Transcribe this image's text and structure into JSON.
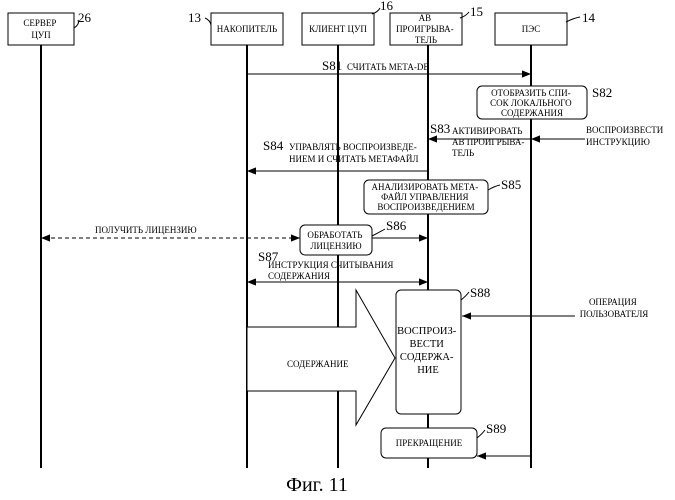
{
  "participants": {
    "server": {
      "label": [
        "СЕРВЕР",
        "ЦУП"
      ],
      "ref": "26"
    },
    "storage": {
      "label": [
        "НАКОПИТЕЛЬ"
      ],
      "ref": "13"
    },
    "client": {
      "label": [
        "КЛИЕНТ ЦУП"
      ],
      "ref": "16"
    },
    "player": {
      "label": [
        "АВ",
        "ПРОИГРЫВА-",
        "ТЕЛЬ"
      ],
      "ref": "15"
    },
    "pes": {
      "label": [
        "ПЭС"
      ],
      "ref": "14"
    }
  },
  "steps": {
    "s81": {
      "id": "S81",
      "text": [
        "СЧИТАТЬ МЕТА-DB"
      ]
    },
    "s82": {
      "id": "S82",
      "text": [
        "ОТОБРАЗИТЬ СПИ-",
        "СОК ЛОКАЛЬНОГО",
        "СОДЕРЖАНИЯ"
      ]
    },
    "s83": {
      "id": "S83",
      "text": [
        "АКТИВИРОВАТЬ",
        "АВ ПРОИГРЫВА-",
        "ТЕЛЬ"
      ]
    },
    "s84": {
      "id": "S84",
      "text": [
        "УПРАВЛЯТЬ ВОСПРОИЗВЕДЕ-",
        "НИЕМ И СЧИТАТЬ МЕТАФАЙЛ"
      ]
    },
    "s85": {
      "id": "S85",
      "text": [
        "АНАЛИЗИРОВАТЬ МЕТА-",
        "ФАЙЛ УПРАВЛЕНИЯ",
        "ВОСПРОИЗВЕДЕНИЕМ"
      ]
    },
    "s86": {
      "id": "S86",
      "text": [
        "ОБРАБОТАТЬ",
        "ЛИЦЕНЗИЮ"
      ]
    },
    "s87": {
      "id": "S87",
      "text": [
        "ИНСТРУКЦИЯ СЧИТЫВАНИЯ",
        "СОДЕРЖАНИЯ"
      ]
    },
    "s88": {
      "id": "S88",
      "text": [
        "ВОСПРОИЗ-",
        "ВЕСТИ",
        "СОДЕРЖА-",
        "НИЕ"
      ]
    },
    "s89": {
      "id": "S89",
      "text": [
        "ПРЕКРАЩЕНИЕ"
      ]
    }
  },
  "labels": {
    "play_instruction": [
      "ВОСПРОИЗВЕСТИ",
      "ИНСТРУКЦИЮ"
    ],
    "get_license": [
      "ПОЛУЧИТЬ ЛИЦЕНЗИЮ"
    ],
    "user_operation": [
      "ОПЕРАЦИЯ",
      "ПОЛЬЗОВАТЕЛЯ"
    ],
    "content": [
      "СОДЕРЖАНИЕ"
    ]
  },
  "caption": "Фиг. 11"
}
